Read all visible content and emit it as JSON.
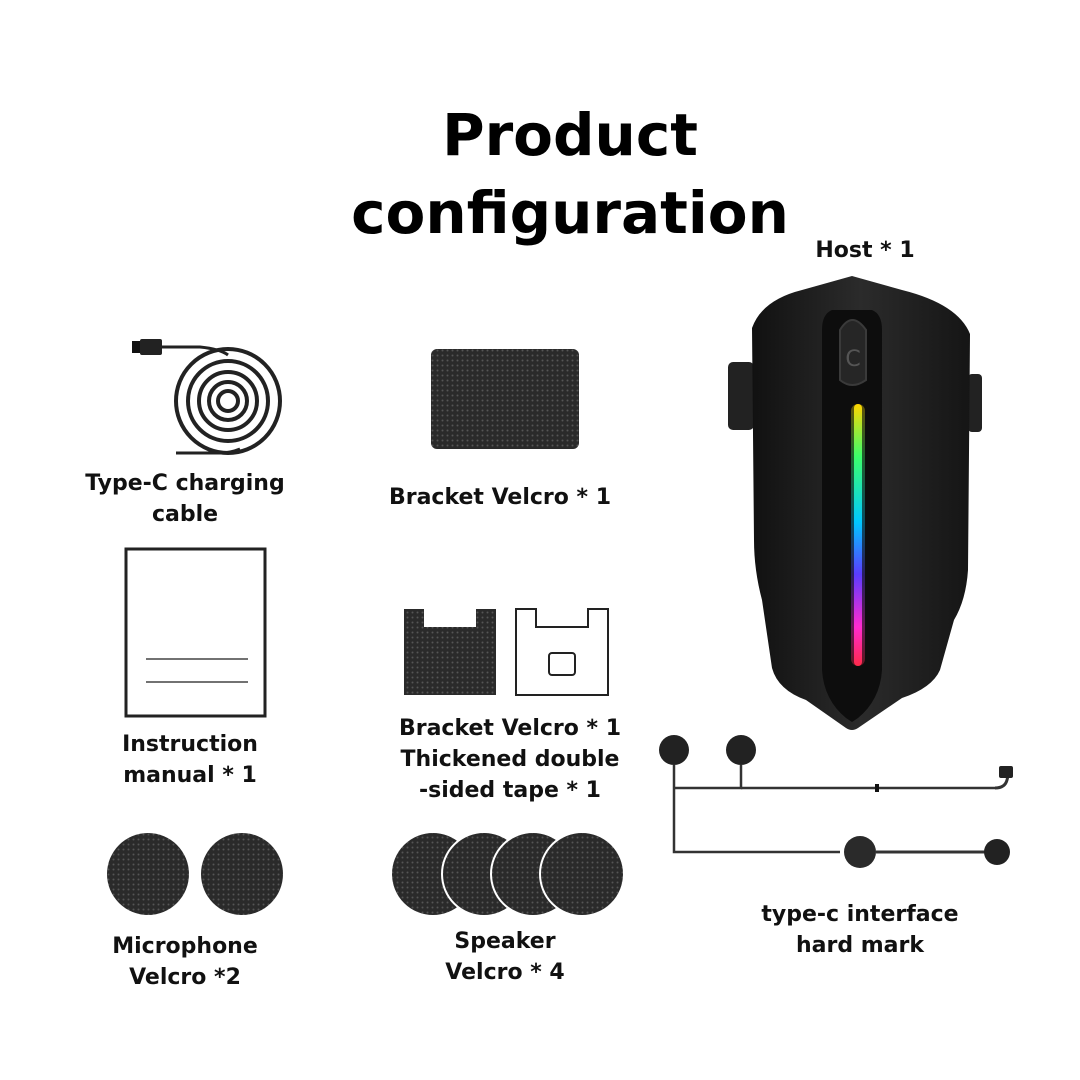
{
  "title": {
    "line1": "Product",
    "line2": "configuration"
  },
  "items": {
    "host": {
      "label": "Host * 1"
    },
    "charging_cable": {
      "label_line1": "Type-C charging",
      "label_line2": "cable"
    },
    "bracket_velcro": {
      "label": "Bracket Velcro * 1"
    },
    "instruction_manual": {
      "label_line1": "Instruction",
      "label_line2": "manual * 1"
    },
    "bracket_set": {
      "label_line1": "Bracket Velcro * 1",
      "label_line2": "Thickened double",
      "label_line3": "-sided tape * 1"
    },
    "microphone_velcro": {
      "label_line1": "Microphone",
      "label_line2": "Velcro *2"
    },
    "speaker_velcro": {
      "label_line1": "Speaker",
      "label_line2": "Velcro * 4"
    },
    "headset": {
      "label_line1": "type-c interface",
      "label_line2": "hard mark"
    }
  },
  "colors": {
    "velcro": "#2a2a2a",
    "device": "#1c1c1c",
    "led_gradient": [
      "#ffd400",
      "#3cff6a",
      "#00c8ff",
      "#5a3cff",
      "#ff2bd0",
      "#ff2a4a"
    ]
  }
}
